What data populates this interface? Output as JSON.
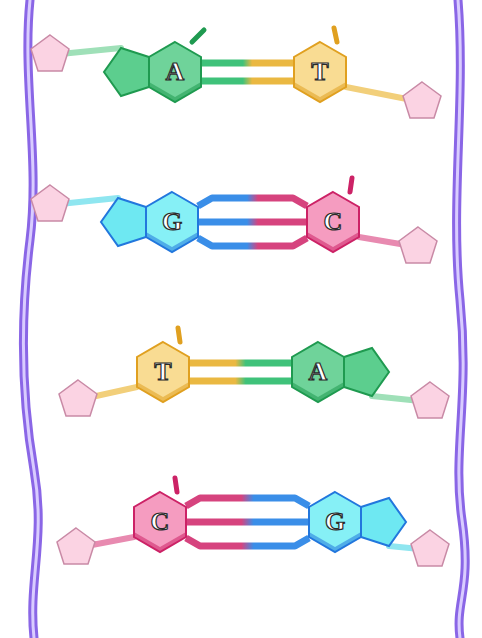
{
  "diagram": {
    "nodes": [
      {
        "text": [
          "A"
        ]
      },
      {
        "text": [
          "T"
        ]
      },
      {
        "text": [
          "G"
        ]
      },
      {
        "text": [
          "C"
        ]
      },
      {
        "text": [
          "T"
        ]
      },
      {
        "text": [
          "A"
        ]
      },
      {
        "text": [
          "C"
        ]
      },
      {
        "text": [
          "G"
        ]
      }
    ],
    "edges": [
      {
        "from": 0,
        "to": 1,
        "arrow": "none"
      },
      {
        "from": 0,
        "to": 1,
        "arrow": "none"
      },
      {
        "from": 2,
        "to": 3,
        "arrow": "none"
      },
      {
        "from": 2,
        "to": 3,
        "arrow": "none"
      },
      {
        "from": 2,
        "to": 3,
        "arrow": "none"
      },
      {
        "from": 4,
        "to": 5,
        "arrow": "none"
      },
      {
        "from": 4,
        "to": 5,
        "arrow": "none"
      },
      {
        "from": 6,
        "to": 7,
        "arrow": "none"
      },
      {
        "from": 6,
        "to": 7,
        "arrow": "none"
      },
      {
        "from": 6,
        "to": 7,
        "arrow": "none"
      }
    ]
  }
}
